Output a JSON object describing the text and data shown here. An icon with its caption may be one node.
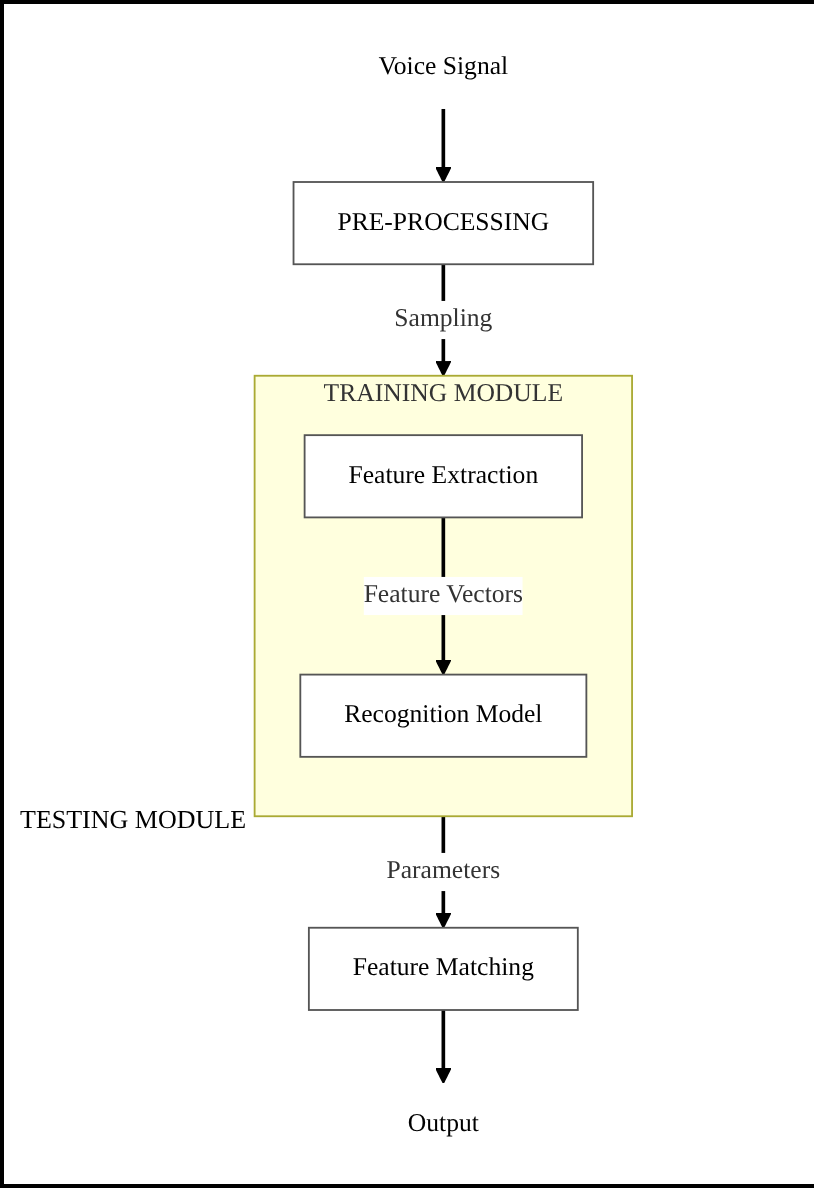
{
  "diagram": {
    "nodes": [
      {
        "text": [
          "Voice Signal"
        ]
      },
      {
        "text": [
          "PRE-PROCESSING"
        ]
      },
      {
        "text": [
          "TRAINING MODULE"
        ]
      },
      {
        "text": [
          "Feature Extraction"
        ],
        "in": 2
      },
      {
        "text": [
          "Recognition Model"
        ],
        "in": 2
      },
      {
        "text": [
          "Feature Matching"
        ]
      },
      {
        "text": [
          "Output"
        ]
      }
    ],
    "edges": [
      {
        "from": 0,
        "to": 1,
        "arrow": "to"
      },
      {
        "from": 1,
        "to": 2,
        "arrow": "to",
        "label": "Sampling"
      },
      {
        "from": 3,
        "to": 4,
        "arrow": "to",
        "label": "Feature Vectors"
      },
      {
        "from": 2,
        "to": 5,
        "arrow": "to",
        "label": "Parameters"
      },
      {
        "from": 5,
        "to": 6,
        "arrow": "to"
      }
    ],
    "labels": [
      "TESTING MODULE"
    ]
  }
}
